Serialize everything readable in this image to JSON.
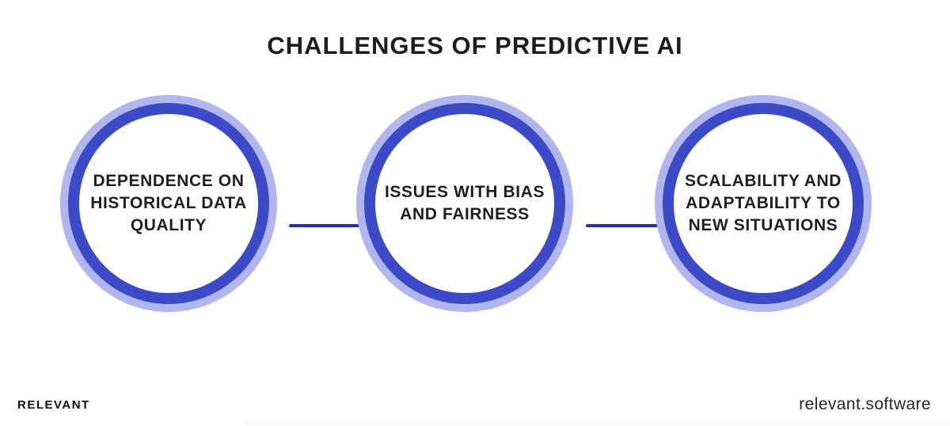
{
  "title": "CHALLENGES OF PREDICTIVE AI",
  "diagram": {
    "type": "flow",
    "nodes": [
      {
        "label": "DEPENDENCE ON\nHISTORICAL DATA\nQUALITY"
      },
      {
        "label": "ISSUES WITH BIAS\nAND FAIRNESS"
      },
      {
        "label": "SCALABILITY AND\nADAPTABILITY TO\nNEW SITUATIONS"
      }
    ],
    "connections": [
      {
        "from": 0,
        "to": 1
      },
      {
        "from": 1,
        "to": 2
      }
    ],
    "colors": {
      "ring_outer": "#b1b6ee",
      "ring_inner": "#3d4ac8",
      "connector": "#2a309f",
      "text": "#1e1e1e"
    }
  },
  "footer": {
    "brand": "RELEVANT",
    "website": "relevant.software"
  }
}
